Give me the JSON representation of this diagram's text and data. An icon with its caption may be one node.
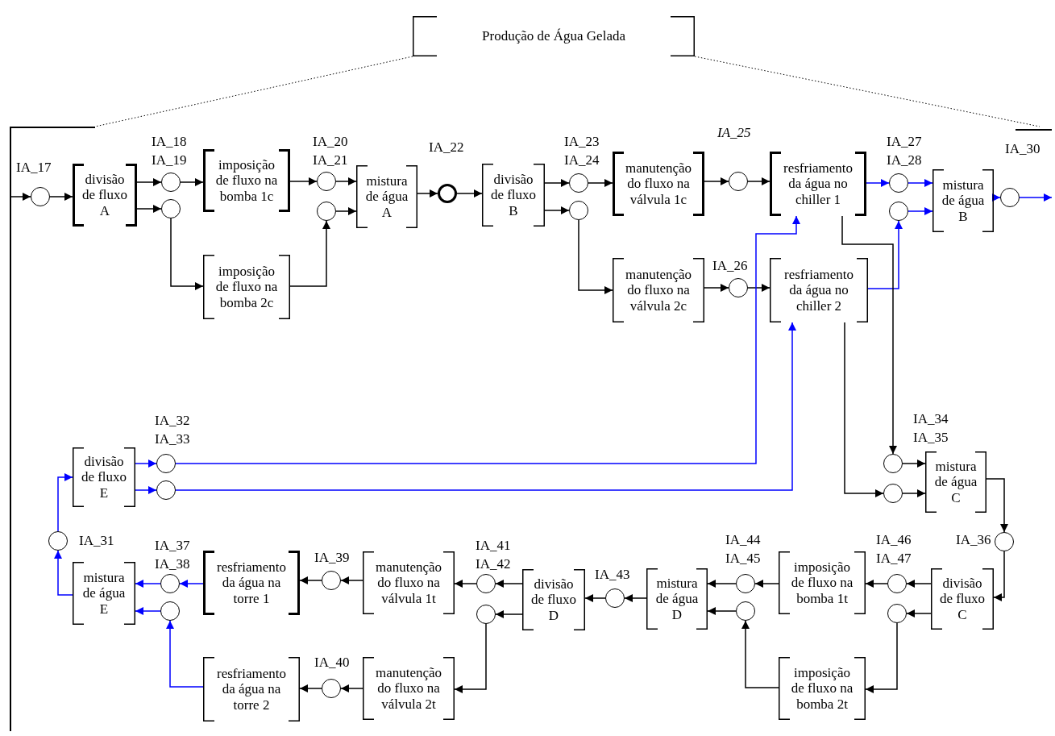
{
  "diagram": {
    "nodes": [
      {
        "text": [
          "Produção de Água Gelada"
        ]
      },
      {
        "text": [],
        "shape": "box"
      },
      {
        "text": [],
        "shape": "circle",
        "in": 1
      },
      {
        "text": [
          "divisão de fluxo A"
        ],
        "in": 1
      },
      {
        "text": [],
        "shape": "circle",
        "in": 1
      },
      {
        "text": [],
        "shape": "circle",
        "in": 1
      },
      {
        "text": [
          "imposição de fluxo na bomba 1c"
        ],
        "in": 1
      },
      {
        "text": [
          "imposição de fluxo na bomba 2c"
        ],
        "in": 1
      },
      {
        "text": [],
        "shape": "circle",
        "in": 1
      },
      {
        "text": [],
        "shape": "circle",
        "in": 1
      },
      {
        "text": [
          "mistura de água A"
        ],
        "in": 1
      },
      {
        "text": [],
        "shape": "circle",
        "in": 1
      },
      {
        "text": [
          "divisão de fluxo B"
        ],
        "in": 1
      },
      {
        "text": [],
        "shape": "circle",
        "in": 1
      },
      {
        "text": [],
        "shape": "circle",
        "in": 1
      },
      {
        "text": [
          "manutenção do fluxo na válvula 1c"
        ],
        "in": 1
      },
      {
        "text": [
          "manutenção do fluxo na válvula 2c"
        ],
        "in": 1
      },
      {
        "text": [],
        "shape": "circle",
        "in": 1
      },
      {
        "text": [],
        "shape": "circle",
        "in": 1
      },
      {
        "text": [
          "resfriamento da água no chiller 1"
        ],
        "in": 1
      },
      {
        "text": [
          "resfriamento da água no chiller 2"
        ],
        "in": 1
      },
      {
        "text": [],
        "shape": "circle",
        "in": 1
      },
      {
        "text": [],
        "shape": "circle",
        "in": 1
      },
      {
        "text": [
          "mistura de água B"
        ],
        "in": 1
      },
      {
        "text": [],
        "shape": "circle",
        "in": 1
      },
      {
        "text": [],
        "shape": "circle",
        "in": 1
      },
      {
        "text": [],
        "shape": "circle",
        "in": 1
      },
      {
        "text": [
          "mistura de água C"
        ],
        "in": 1
      },
      {
        "text": [],
        "shape": "circle",
        "in": 1
      },
      {
        "text": [
          "divisão de fluxo C"
        ],
        "in": 1
      },
      {
        "text": [],
        "shape": "circle",
        "in": 1
      },
      {
        "text": [],
        "shape": "circle",
        "in": 1
      },
      {
        "text": [
          "imposição de fluxo na bomba 1t"
        ],
        "in": 1
      },
      {
        "text": [
          "imposição de fluxo na bomba 2t"
        ],
        "in": 1
      },
      {
        "text": [],
        "shape": "circle",
        "in": 1
      },
      {
        "text": [],
        "shape": "circle",
        "in": 1
      },
      {
        "text": [
          "mistura de água D"
        ],
        "in": 1
      },
      {
        "text": [],
        "shape": "circle",
        "in": 1
      },
      {
        "text": [
          "divisão de fluxo D"
        ],
        "in": 1
      },
      {
        "text": [],
        "shape": "circle",
        "in": 1
      },
      {
        "text": [],
        "shape": "circle",
        "in": 1
      },
      {
        "text": [
          "manutenção do fluxo na válvula 1t"
        ],
        "in": 1
      },
      {
        "text": [
          "manutenção do fluxo na válvula 2t"
        ],
        "in": 1
      },
      {
        "text": [],
        "shape": "circle",
        "in": 1
      },
      {
        "text": [],
        "shape": "circle",
        "in": 1
      },
      {
        "text": [
          "resfriamento da água na torre 1"
        ],
        "in": 1
      },
      {
        "text": [
          "resfriamento da água na torre 2"
        ],
        "in": 1
      },
      {
        "text": [],
        "shape": "circle",
        "in": 1
      },
      {
        "text": [],
        "shape": "circle",
        "in": 1
      },
      {
        "text": [
          "mistura de água E"
        ],
        "in": 1
      },
      {
        "text": [],
        "shape": "circle",
        "in": 1
      },
      {
        "text": [
          "divisão de fluxo E"
        ],
        "in": 1
      },
      {
        "text": [],
        "shape": "circle",
        "in": 1
      },
      {
        "text": [],
        "shape": "circle",
        "in": 1
      }
    ],
    "edges": [
      {
        "from": 0,
        "to": 1,
        "arrow": "none",
        "style": "dashed"
      },
      {
        "from": 0,
        "to": 1,
        "arrow": "none",
        "style": "dashed"
      },
      {
        "from": null,
        "to": 2,
        "arrow": "to"
      },
      {
        "from": 2,
        "to": 3,
        "arrow": "to"
      },
      {
        "from": 3,
        "to": 4,
        "arrow": "to"
      },
      {
        "from": 3,
        "to": 5,
        "arrow": "to"
      },
      {
        "from": 4,
        "to": 6,
        "arrow": "to"
      },
      {
        "from": 5,
        "to": 7,
        "arrow": "to"
      },
      {
        "from": 6,
        "to": 8,
        "arrow": "to"
      },
      {
        "from": 7,
        "to": 9,
        "arrow": "to"
      },
      {
        "from": 8,
        "to": 10,
        "arrow": "to"
      },
      {
        "from": 9,
        "to": 10,
        "arrow": "to"
      },
      {
        "from": 10,
        "to": 11,
        "arrow": "to"
      },
      {
        "from": 11,
        "to": 12,
        "arrow": "to"
      },
      {
        "from": 12,
        "to": 13,
        "arrow": "to"
      },
      {
        "from": 12,
        "to": 14,
        "arrow": "to"
      },
      {
        "from": 13,
        "to": 15,
        "arrow": "to"
      },
      {
        "from": 14,
        "to": 16,
        "arrow": "to"
      },
      {
        "from": 15,
        "to": 17,
        "arrow": "to"
      },
      {
        "from": 16,
        "to": 18,
        "arrow": "to"
      },
      {
        "from": 17,
        "to": 19,
        "arrow": "to"
      },
      {
        "from": 18,
        "to": 20,
        "arrow": "to"
      },
      {
        "from": 19,
        "to": 21,
        "arrow": "to",
        "color": "#0000ff"
      },
      {
        "from": 20,
        "to": 22,
        "arrow": "to",
        "color": "#0000ff"
      },
      {
        "from": 21,
        "to": 23,
        "arrow": "to",
        "color": "#0000ff"
      },
      {
        "from": 22,
        "to": 23,
        "arrow": "to",
        "color": "#0000ff"
      },
      {
        "from": 23,
        "to": 24,
        "arrow": "to",
        "color": "#0000ff"
      },
      {
        "from": 24,
        "to": null,
        "arrow": "to",
        "color": "#0000ff"
      },
      {
        "from": 19,
        "to": 25,
        "arrow": "to"
      },
      {
        "from": 20,
        "to": 26,
        "arrow": "to"
      },
      {
        "from": 25,
        "to": 27,
        "arrow": "to"
      },
      {
        "from": 26,
        "to": 27,
        "arrow": "to"
      },
      {
        "from": 27,
        "to": 28,
        "arrow": "to"
      },
      {
        "from": 28,
        "to": 29,
        "arrow": "to"
      },
      {
        "from": 29,
        "to": 30,
        "arrow": "to"
      },
      {
        "from": 29,
        "to": 31,
        "arrow": "to"
      },
      {
        "from": 30,
        "to": 32,
        "arrow": "to"
      },
      {
        "from": 31,
        "to": 33,
        "arrow": "to"
      },
      {
        "from": 32,
        "to": 34,
        "arrow": "to"
      },
      {
        "from": 33,
        "to": 35,
        "arrow": "to"
      },
      {
        "from": 34,
        "to": 36,
        "arrow": "to"
      },
      {
        "from": 35,
        "to": 36,
        "arrow": "to"
      },
      {
        "from": 36,
        "to": 37,
        "arrow": "to"
      },
      {
        "from": 37,
        "to": 38,
        "arrow": "to"
      },
      {
        "from": 38,
        "to": 39,
        "arrow": "to"
      },
      {
        "from": 38,
        "to": 40,
        "arrow": "to"
      },
      {
        "from": 39,
        "to": 41,
        "arrow": "to"
      },
      {
        "from": 40,
        "to": 42,
        "arrow": "to"
      },
      {
        "from": 41,
        "to": 43,
        "arrow": "to"
      },
      {
        "from": 42,
        "to": 44,
        "arrow": "to"
      },
      {
        "from": 43,
        "to": 45,
        "arrow": "to"
      },
      {
        "from": 44,
        "to": 46,
        "arrow": "to"
      },
      {
        "from": 45,
        "to": 47,
        "arrow": "to",
        "color": "#0000ff"
      },
      {
        "from": 46,
        "to": 48,
        "arrow": "to",
        "color": "#0000ff"
      },
      {
        "from": 47,
        "to": 49,
        "arrow": "to",
        "color": "#0000ff"
      },
      {
        "from": 48,
        "to": 49,
        "arrow": "to",
        "color": "#0000ff"
      },
      {
        "from": 49,
        "to": 50,
        "arrow": "to",
        "color": "#0000ff"
      },
      {
        "from": 50,
        "to": 51,
        "arrow": "to",
        "color": "#0000ff"
      },
      {
        "from": 51,
        "to": 52,
        "arrow": "to",
        "color": "#0000ff"
      },
      {
        "from": 51,
        "to": 53,
        "arrow": "to",
        "color": "#0000ff"
      },
      {
        "from": 52,
        "to": 19,
        "arrow": "to",
        "color": "#0000ff"
      },
      {
        "from": 53,
        "to": 20,
        "arrow": "to",
        "color": "#0000ff"
      }
    ],
    "labels": [
      "IA_18",
      "IA_20",
      "IA_23",
      "IA_27",
      "IA_19",
      "IA_21",
      "IA_24",
      "IA_25",
      "IA_28",
      "IA_22",
      "IA_30",
      "IA_17",
      "IA_26",
      "IA_32",
      "IA_34",
      "IA_33",
      "IA_35",
      "IA_31",
      "IA_37",
      "IA_41",
      "IA_44",
      "IA_46",
      "IA_36",
      "IA_39",
      "IA_38",
      "IA_42",
      "IA_45",
      "IA_47",
      "IA_43",
      "IA_40"
    ]
  }
}
